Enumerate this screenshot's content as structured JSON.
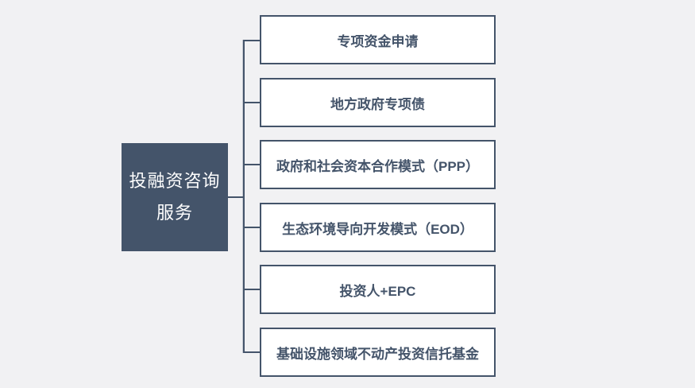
{
  "diagram": {
    "root": {
      "label": "投融资咨询服务",
      "line1": "投融资咨询",
      "line2": "服务"
    },
    "branches": [
      {
        "label": "专项资金申请"
      },
      {
        "label": "地方政府专项债"
      },
      {
        "label": "政府和社会资本合作模式（PPP）"
      },
      {
        "label": "生态环境导向开发模式（EOD）"
      },
      {
        "label": "投资人+EPC"
      },
      {
        "label": "基础设施领域不动产投资信托基金"
      }
    ],
    "colors": {
      "accent": "#44546a",
      "background": "#f1f1f3",
      "node_fill": "#44546a",
      "node_text": "#ffffff",
      "box_fill": "#ffffff",
      "box_border": "#44546a",
      "box_text": "#44546a"
    }
  }
}
